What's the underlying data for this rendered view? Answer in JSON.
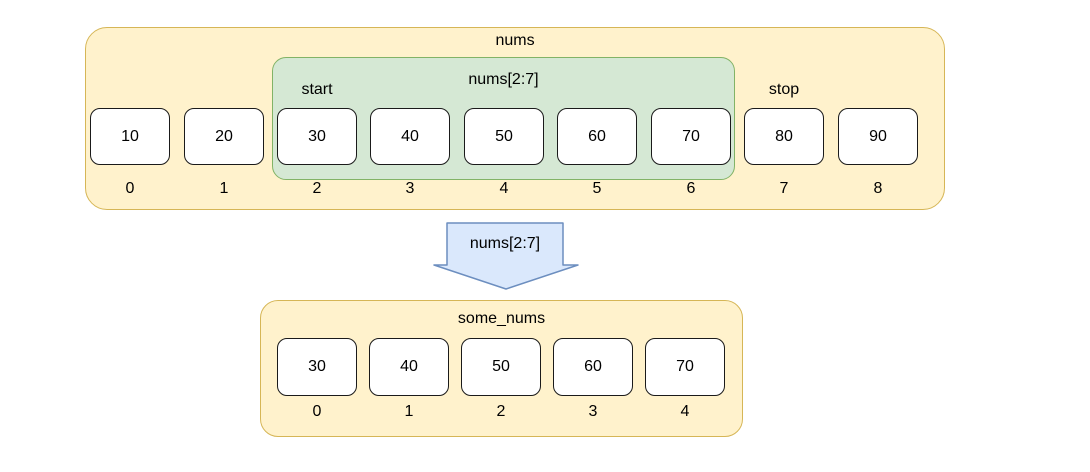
{
  "diagram": {
    "nums_array": {
      "label": "nums",
      "cells": [
        {
          "value": "10",
          "index": "0"
        },
        {
          "value": "20",
          "index": "1"
        },
        {
          "value": "30",
          "index": "2"
        },
        {
          "value": "40",
          "index": "3"
        },
        {
          "value": "50",
          "index": "4"
        },
        {
          "value": "60",
          "index": "5"
        },
        {
          "value": "70",
          "index": "6"
        },
        {
          "value": "80",
          "index": "7"
        },
        {
          "value": "90",
          "index": "8"
        }
      ],
      "slice_region": {
        "label": "nums[2:7]",
        "start_label": "start",
        "stop_label": "stop"
      }
    },
    "arrow": {
      "label": "nums[2:7]"
    },
    "some_nums_array": {
      "label": "some_nums",
      "cells": [
        {
          "value": "30",
          "index": "0"
        },
        {
          "value": "40",
          "index": "1"
        },
        {
          "value": "50",
          "index": "2"
        },
        {
          "value": "60",
          "index": "3"
        },
        {
          "value": "70",
          "index": "4"
        }
      ]
    },
    "colors": {
      "container_fill": "#FFF2CC",
      "container_stroke": "#D6B656",
      "slice_fill": "#D5E8D4",
      "slice_stroke": "#82B366",
      "arrow_fill": "#DAE8FC",
      "arrow_stroke": "#6C8EBF",
      "cell_fill": "#FFFFFF",
      "cell_stroke": "#1a1a1a",
      "text": "#000000"
    }
  }
}
